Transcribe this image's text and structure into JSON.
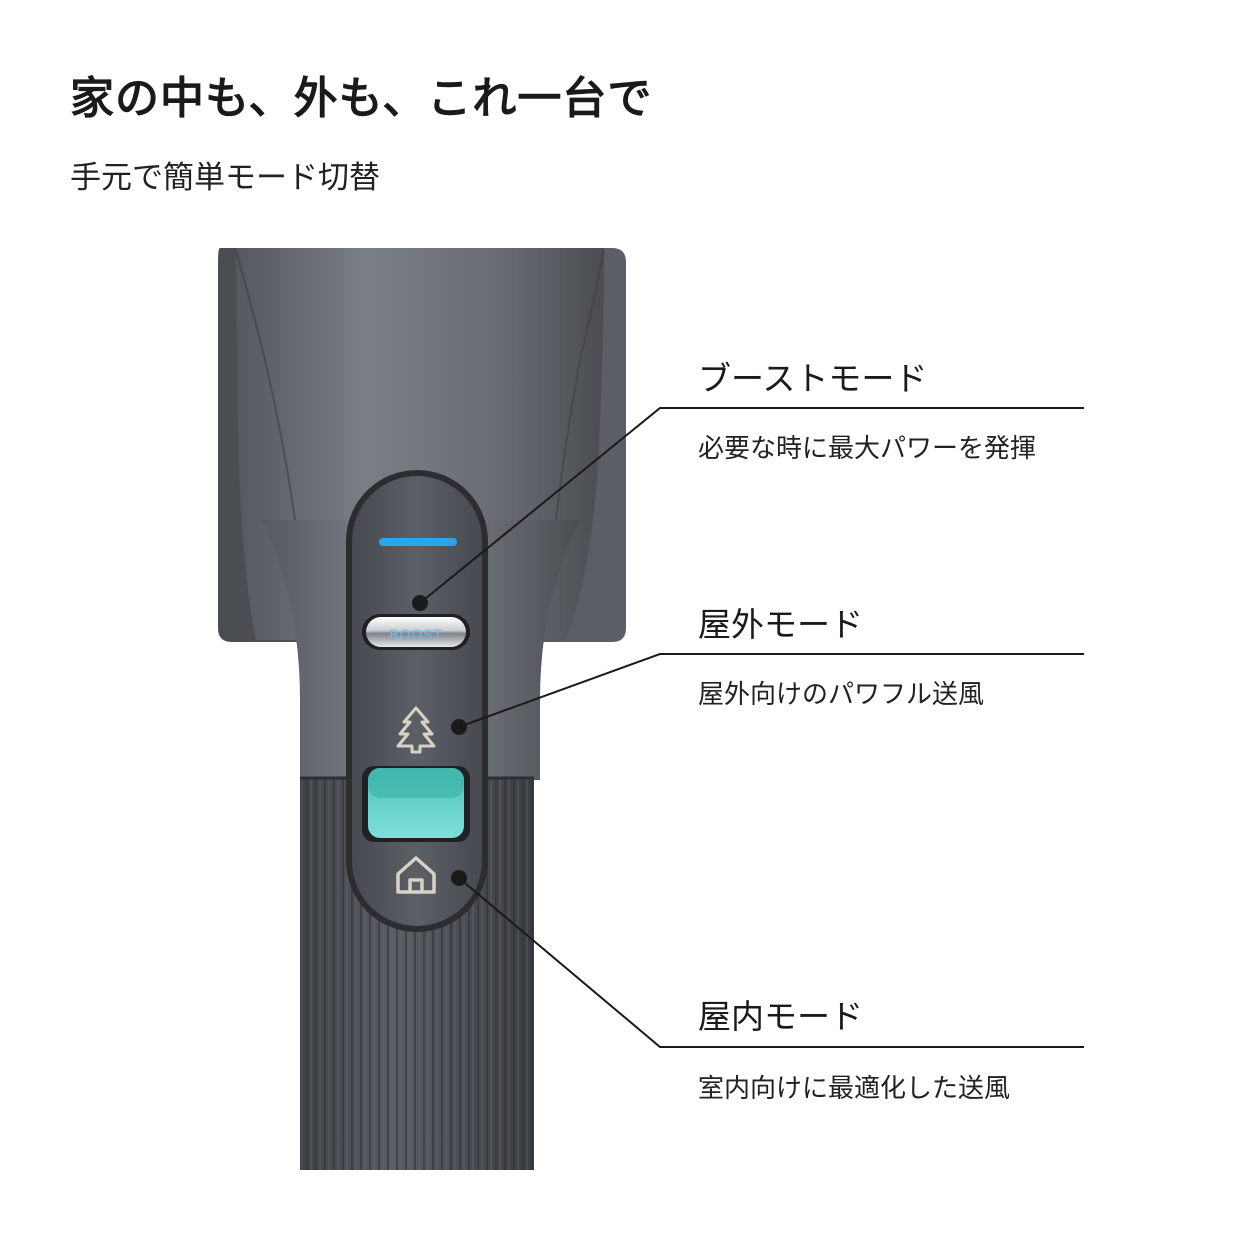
{
  "header": {
    "title": "家の中も、外も、これ一台で",
    "subtitle": "手元で簡単モード切替"
  },
  "device": {
    "boost_button_label": "BOOST",
    "indicator_color": "#2aa5e6",
    "slider_color": "#5fd3c8",
    "icons": [
      "tree-icon",
      "house-icon"
    ]
  },
  "callouts": [
    {
      "title": "ブーストモード",
      "description": "必要な時に最大パワーを発揮"
    },
    {
      "title": "屋外モード",
      "description": "屋外向けのパワフル送風"
    },
    {
      "title": "屋内モード",
      "description": "室内向けに最適化した送風"
    }
  ]
}
